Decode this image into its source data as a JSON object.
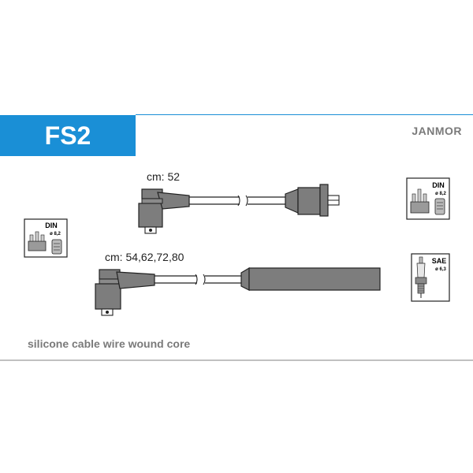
{
  "header": {
    "code": "FS2",
    "brand": "JANMOR",
    "accent_color": "#1a8fd6"
  },
  "cables": [
    {
      "length_label": "cm: 52"
    },
    {
      "length_label": "cm: 54,62,72,80"
    }
  ],
  "badges": {
    "distributor_left": {
      "standard": "DIN",
      "diameter": "ø 8,2"
    },
    "distributor_right": {
      "standard": "DIN",
      "diameter": "ø 8,2"
    },
    "spark_plug": {
      "standard": "SAE",
      "diameter": "ø 6,3"
    }
  },
  "footer": {
    "description": "silicone cable wire wound core"
  }
}
